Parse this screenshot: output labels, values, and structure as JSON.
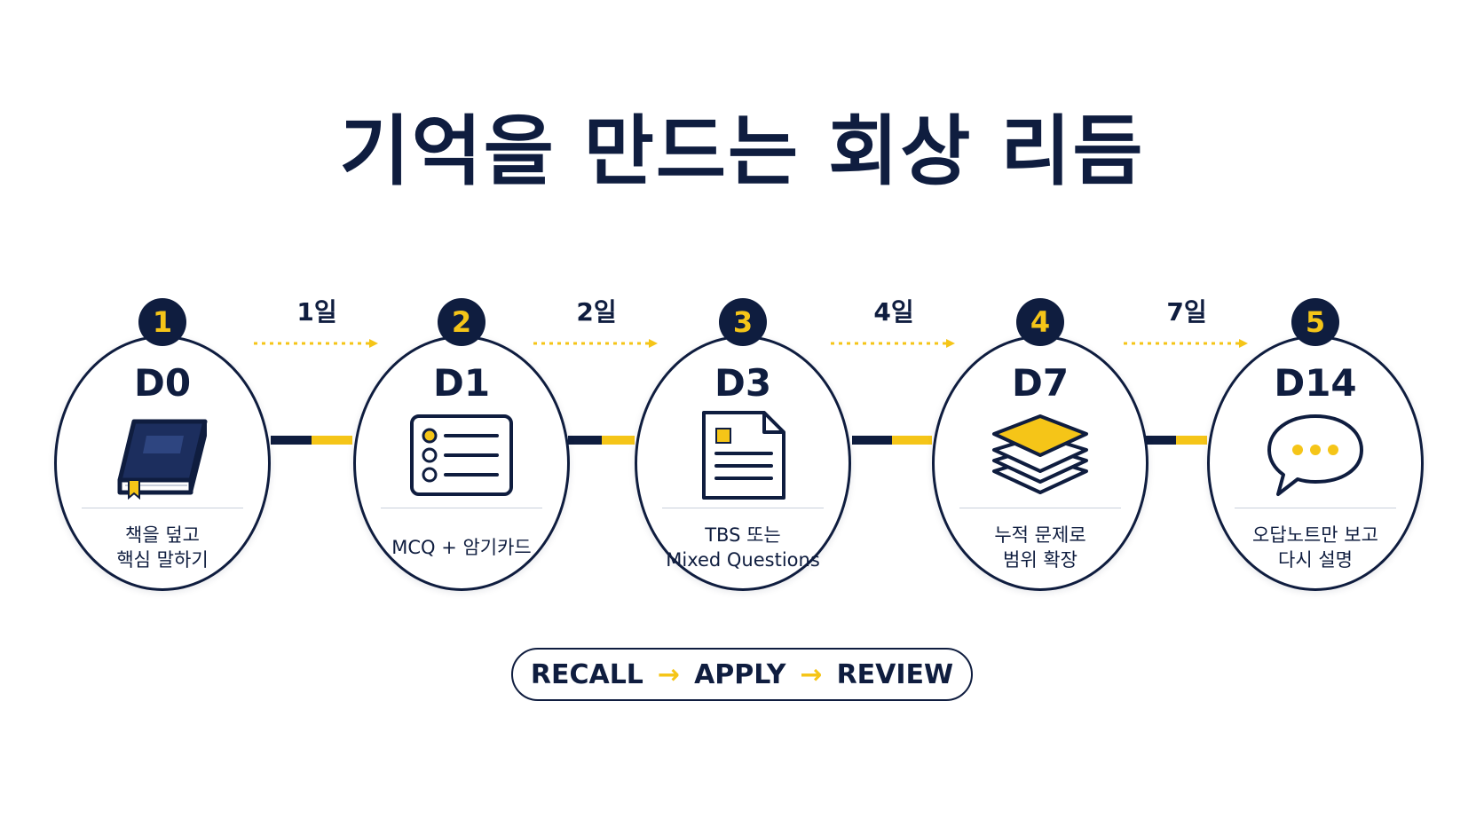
{
  "title": "기억을 만드는 회상 리듬",
  "colors": {
    "navy": "#0f1d3f",
    "accent": "#f5c518"
  },
  "steps": [
    {
      "number": "1",
      "day": "D0",
      "icon": "closed-book-icon",
      "desc_line1": "책을 덮고",
      "desc_line2": "핵심 말하기"
    },
    {
      "number": "2",
      "day": "D1",
      "icon": "multiple-choice-card-icon",
      "desc_line1": "MCQ + 암기카드",
      "desc_line2": ""
    },
    {
      "number": "3",
      "day": "D3",
      "icon": "document-icon",
      "desc_line1": "TBS 또는",
      "desc_line2": "Mixed Questions"
    },
    {
      "number": "4",
      "day": "D7",
      "icon": "stacked-layers-icon",
      "desc_line1": "누적 문제로",
      "desc_line2": "범위 확장"
    },
    {
      "number": "5",
      "day": "D14",
      "icon": "speech-bubble-icon",
      "desc_line1": "오답노트만 보고",
      "desc_line2": "다시 설명"
    }
  ],
  "intervals": [
    "1일",
    "2일",
    "4일",
    "7일"
  ],
  "cycle": {
    "step1": "RECALL",
    "arrow": "→",
    "step2": "APPLY",
    "step3": "REVIEW"
  }
}
